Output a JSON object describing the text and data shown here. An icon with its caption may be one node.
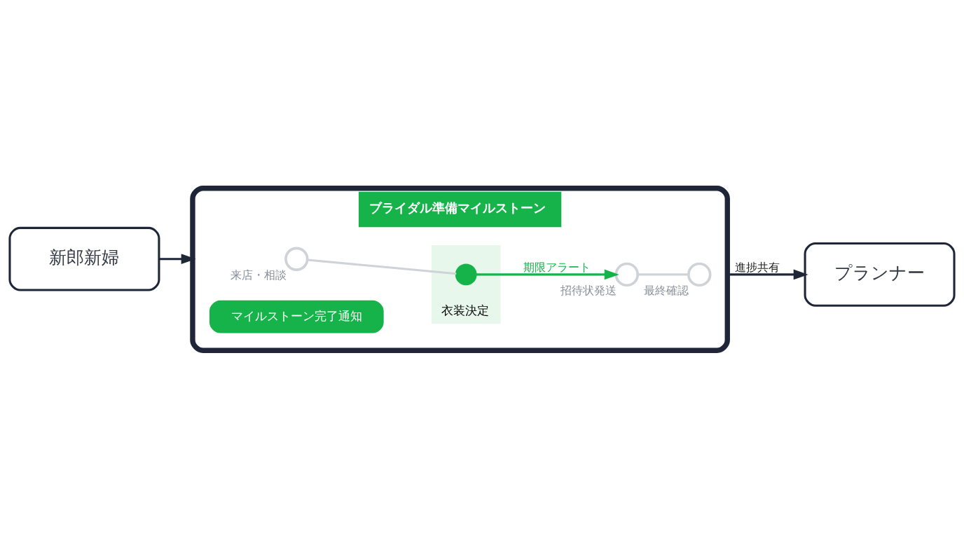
{
  "diagram": {
    "nodes": [
      {
        "text": [
          "新郎新婦"
        ]
      },
      {
        "text": [
          "ブライダル準備マイルストーン"
        ]
      },
      {
        "text": [],
        "shape": "circle",
        "beside": [
          "来店・相談"
        ],
        "in": 1
      },
      {
        "text": [
          "衣装決定"
        ],
        "in": 1
      },
      {
        "text": [],
        "shape": "circle",
        "in": 3
      },
      {
        "text": [],
        "shape": "circle",
        "beside": [
          "招待状発送"
        ],
        "in": 1
      },
      {
        "text": [],
        "shape": "circle",
        "beside": [
          "最終確認"
        ],
        "in": 1
      },
      {
        "text": [
          "マイルストーン完了通知"
        ],
        "in": 1
      },
      {
        "text": [
          "プランナー"
        ]
      }
    ],
    "edges": [
      {
        "from": 0,
        "to": 1,
        "arrow": "to"
      },
      {
        "from": 2,
        "to": 4,
        "arrow": "none",
        "color": "#cfd3d8"
      },
      {
        "from": 4,
        "to": 5,
        "arrow": "to",
        "label": "期限アラート",
        "color": "#16b24a"
      },
      {
        "from": 5,
        "to": 6,
        "arrow": "none",
        "color": "#cfd3d8"
      },
      {
        "from": 1,
        "to": 8,
        "arrow": "to",
        "label": "進捗共有"
      }
    ]
  }
}
